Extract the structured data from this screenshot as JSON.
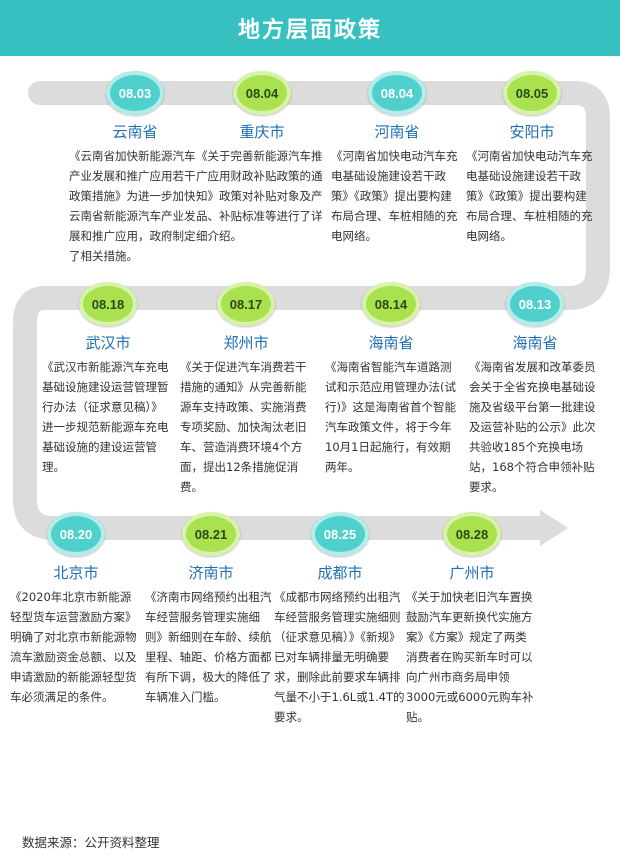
{
  "header": {
    "title": "地方层面政策"
  },
  "items": [
    {
      "date": "08.03",
      "city": "云南省",
      "desc": "《云南省加快新能源汽车产业发展和推广应用若干政策措施》为进一步加快云南省新能源汽车产业发展和推广应用，政府制定了相关措施。"
    },
    {
      "date": "08.04",
      "city": "重庆市",
      "desc": "《关于完善新能源汽车推广应用财政补贴政策的通知》政策对补贴对象及产品、补贴标准等进行了详细介绍。"
    },
    {
      "date": "08.04",
      "city": "河南省",
      "desc": "《河南省加快电动汽车充电基础设施建设若干政策》《政策》提出要构建布局合理、车桩相随的充电网络。"
    },
    {
      "date": "08.05",
      "city": "安阳市",
      "desc": "《河南省加快电动汽车充电基础设施建设若干政策》《政策》提出要构建布局合理、车桩相随的充电网络。"
    },
    {
      "date": "08.18",
      "city": "武汉市",
      "desc": "《武汉市新能源汽车充电基础设施建设运营管理暂行办法（征求意见稿）》进一步规范新能源车充电基础设施的建设运营管理。"
    },
    {
      "date": "08.17",
      "city": "郑州市",
      "desc": "《关于促进汽车消费若干措施的通知》从完善新能源车支持政策、实施消费专项奖励、加快淘汰老旧车、营造消费环境4个方面，提出12条措施促消费。"
    },
    {
      "date": "08.14",
      "city": "海南省",
      "desc": "《海南省智能汽车道路测试和示范应用管理办法(试行)》这是海南省首个智能汽车政策文件，将于今年10月1日起施行，有效期两年。"
    },
    {
      "date": "08.13",
      "city": "海南省",
      "desc": "《海南省发展和改革委员会关于全省充换电基础设施及省级平台第一批建设及运营补贴的公示》此次共验收185个充换电场站，168个符合申领补贴要求。"
    },
    {
      "date": "08.20",
      "city": "北京市",
      "desc": "《2020年北京市新能源轻型货车运营激励方案》明确了对北京市新能源物流车激励资金总额、以及申请激励的新能源轻型货车必须满足的条件。"
    },
    {
      "date": "08.21",
      "city": "济南市",
      "desc": "《济南市网络预约出租汽车经营服务管理实施细则》新细则在车龄、续航里程、轴距、价格方面都有所下调，极大的降低了车辆准入门槛。"
    },
    {
      "date": "08.25",
      "city": "成都市",
      "desc": "《成都市网络预约出租汽车经营服务管理实施细则（征求意见稿）》《新规》已对车辆排量无明确要求，删除此前要求车辆排气量不小于1.6L或1.4T的要求。"
    },
    {
      "date": "08.28",
      "city": "广州市",
      "desc": "《关于加快老旧汽车置换鼓励汽车更新换代实施方案》《方案》规定了两类消费者在购买新车时可以向广州市商务局申领3000元或6000元购车补贴。"
    }
  ],
  "footer": {
    "source": "数据来源：公开资料整理"
  },
  "colors": {
    "header": "#36c1c0",
    "teal": "#4fd0cc",
    "green": "#a9e14f",
    "city": "#1f6fb2",
    "track": "#dcdcdc"
  }
}
